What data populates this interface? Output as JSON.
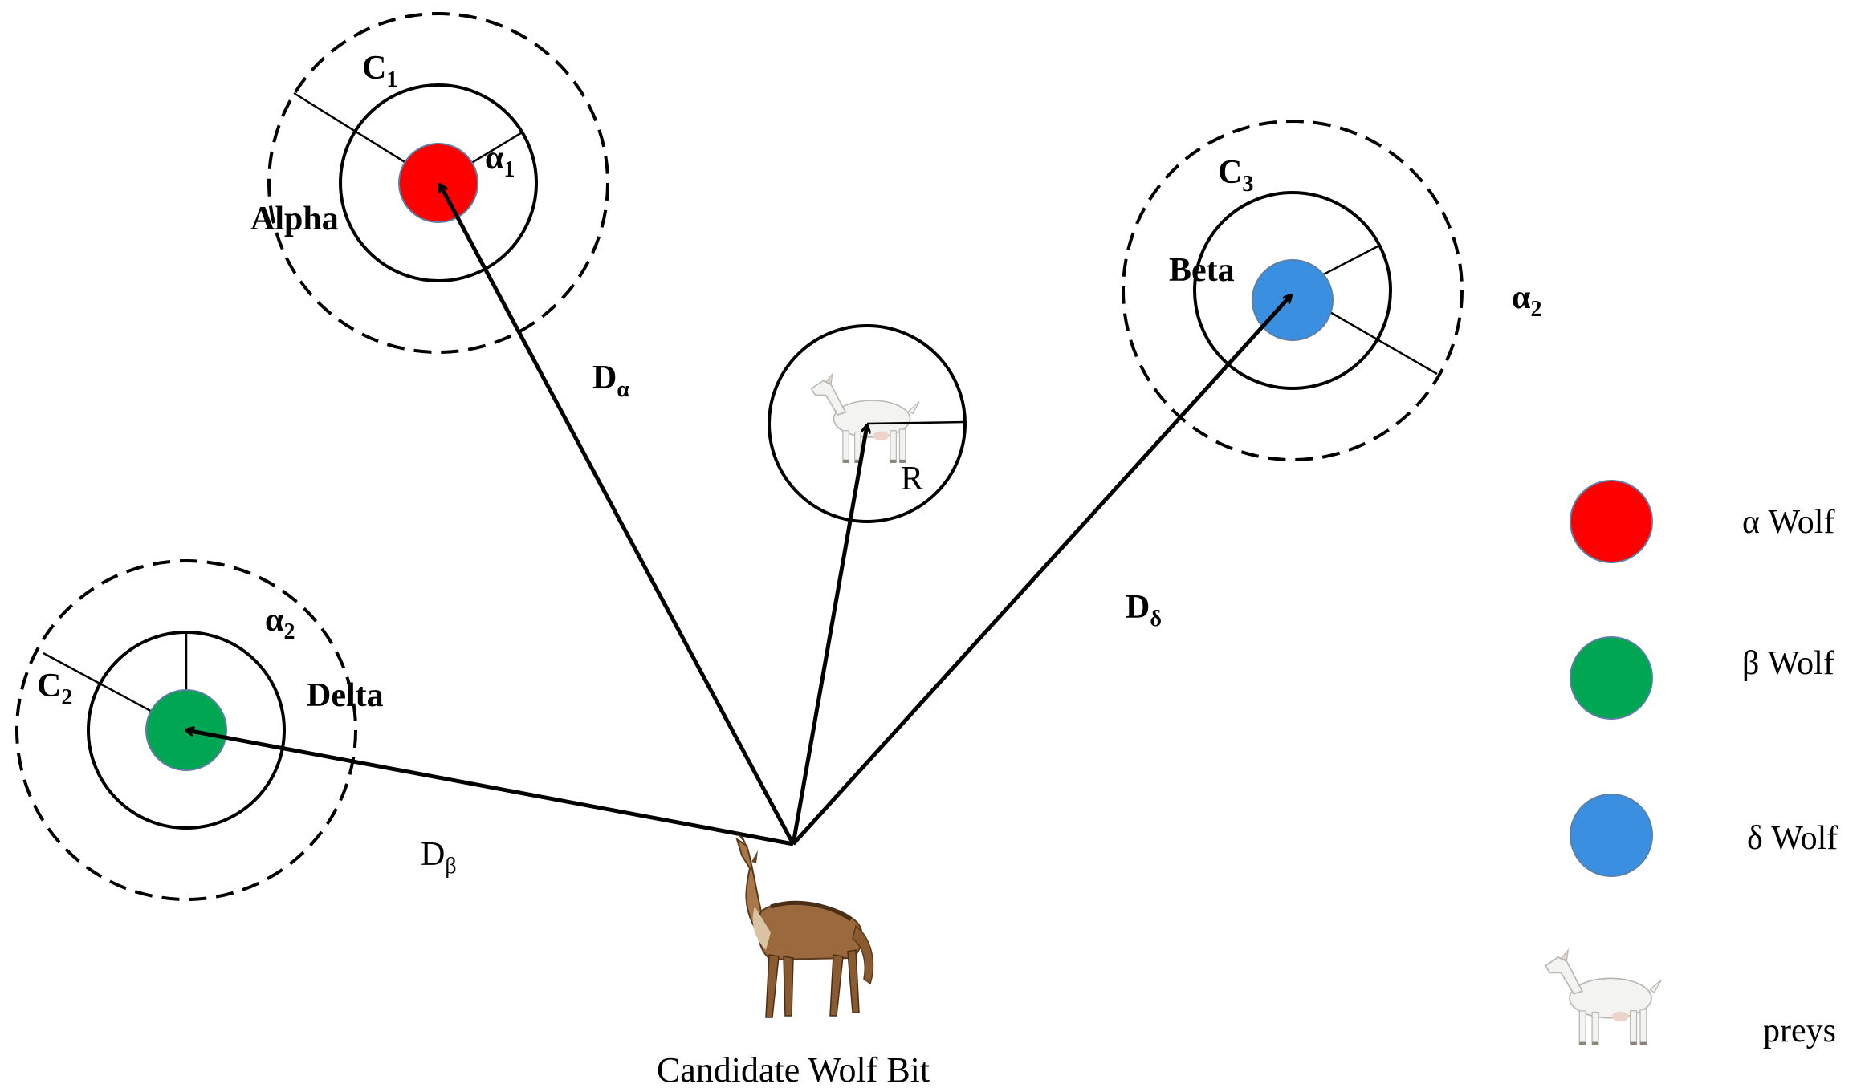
{
  "labels": {
    "alpha": "Alpha",
    "beta": "Beta",
    "delta": "Delta",
    "c1_main": "C",
    "c1_sub": "1",
    "c2_main": "C",
    "c2_sub": "2",
    "c3_main": "C",
    "c3_sub": "3",
    "a1_main": "α",
    "a1_sub": "1",
    "a2_beta_main": "α",
    "a2_beta_sub": "2",
    "a2_delta_main": "α",
    "a2_delta_sub": "2",
    "d_alpha_main": "D",
    "d_alpha_sub": "α",
    "d_beta_main": "D",
    "d_beta_sub": "β",
    "d_delta_main": "D",
    "d_delta_sub": "δ",
    "radius": "R",
    "caption": "Candidate Wolf Bit"
  },
  "legend": {
    "alpha_wolf": "α Wolf",
    "beta_wolf": "β Wolf",
    "delta_wolf": "δ Wolf",
    "preys": "preys"
  },
  "colors": {
    "alpha": "#ff0000",
    "beta": "#00a651",
    "delta": "#3a8fe0",
    "node_stroke": "#5b7fa6"
  },
  "icons": {
    "wolf": "wolf-icon",
    "prey": "goat-icon"
  }
}
